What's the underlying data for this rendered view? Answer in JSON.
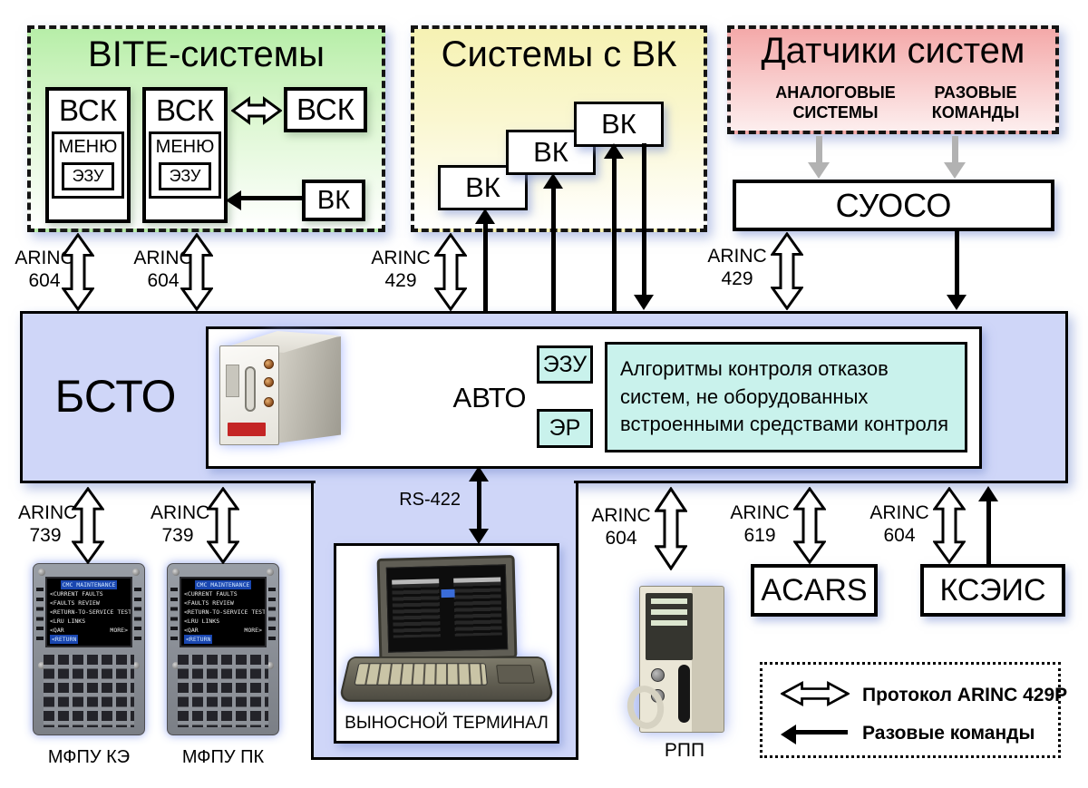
{
  "bite": {
    "title": "BITE-системы",
    "vsk1": "ВСК",
    "vsk2": "ВСК",
    "vsk3": "ВСК",
    "menu": "МЕНЮ",
    "ezu": "ЭЗУ",
    "vk": "ВК"
  },
  "vk_systems": {
    "title": "Системы с ВК",
    "vk1": "ВК",
    "vk2": "ВК",
    "vk3": "ВК"
  },
  "sensors": {
    "title": "Датчики систем",
    "analog": "АНАЛОГОВЫЕ СИСТЕМЫ",
    "discrete": "РАЗОВЫЕ КОМАНДЫ"
  },
  "suoso": {
    "label": "СУОСО"
  },
  "links": {
    "arinc604": "ARINC\n604",
    "arinc429": "ARINC\n429",
    "arinc739": "ARINC\n739",
    "arinc619": "ARINC\n619",
    "rs422": "RS-422"
  },
  "bsto": {
    "title": "БСТО",
    "avto": "АВТО",
    "ezu": "ЭЗУ",
    "er": "ЭР",
    "algorithm": "Алгоритмы контроля отказов систем, не оборудованных встроенными средствами контроля"
  },
  "terminal": {
    "label": "ВЫНОСНОЙ ТЕРМИНАЛ"
  },
  "mcdu": {
    "title": "CMC MAINTENANCE",
    "line1": "<CURRENT FAULTS",
    "line2": "<FAULTS REVIEW",
    "line3": "<RETURN-TO-SERVICE TEST",
    "line4": "<LRU LINKS",
    "qar": "<QAR",
    "more": "MORE>",
    "return": "<RETURN",
    "left_label": "МФПУ КЭ",
    "right_label": "МФПУ ПК"
  },
  "devices": {
    "rpp": "РПП",
    "acars": "ACARS",
    "kseis": "КСЭИС"
  },
  "legend": {
    "arinc": "Протокол ARINC 429Р",
    "discrete": "Разовые команды"
  },
  "colors": {
    "bite_green": "#b7eea8",
    "vk_yellow": "#f6f2b3",
    "sensors_red": "#f4a9a9",
    "bsto_lavender": "#cfd6f8",
    "algorithm_cyan": "#c9f2ec",
    "gray_arrow": "#b2b2b2"
  }
}
